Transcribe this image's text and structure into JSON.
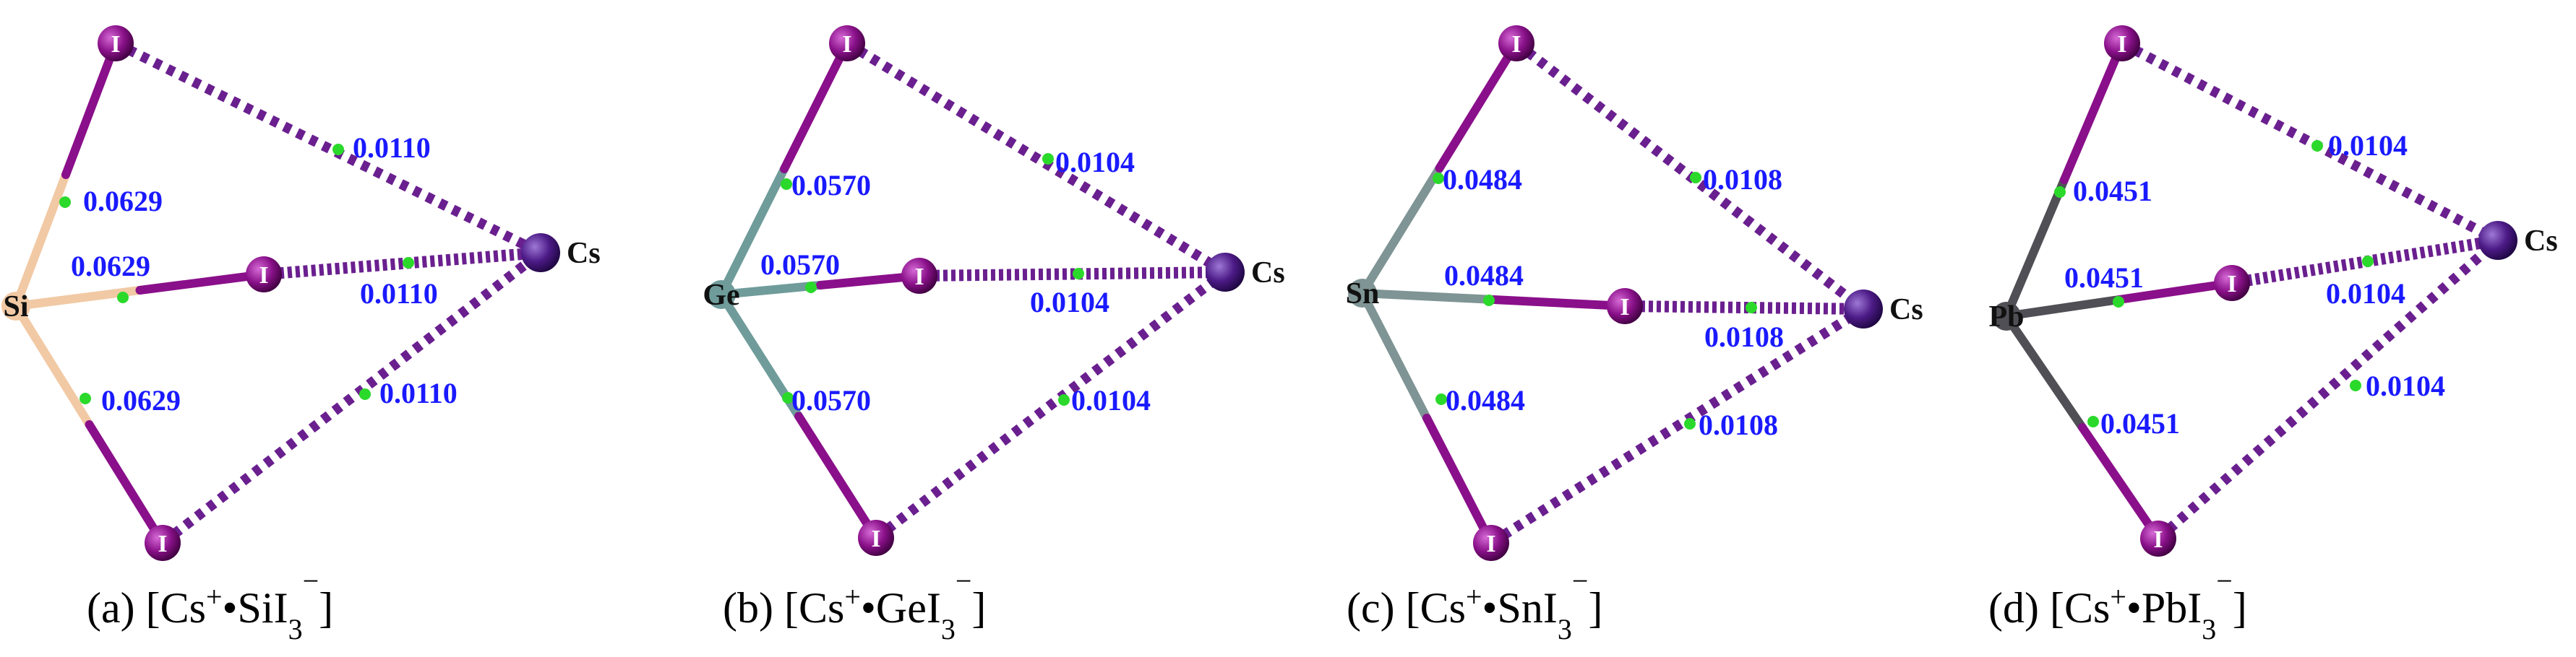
{
  "figure": {
    "panels": [
      {
        "id": "a",
        "caption_prefix": "(a) [Cs",
        "caption_sup": "+",
        "caption_dot": "•",
        "caption_center": "Si",
        "caption_I": "I",
        "caption_sub": "3",
        "caption_sup2": "−",
        "caption_close": "]",
        "center_atom": "Si",
        "cs_atom": "Cs",
        "i_atom": "I",
        "center_color": "#f1c9a4",
        "center_bond_color": "#f1c9a4",
        "center_I_bonds": [
          "0.0629",
          "0.0629",
          "0.0629"
        ],
        "cs_I_bonds": [
          "0.0110",
          "0.0110",
          "0.0110"
        ]
      },
      {
        "id": "b",
        "caption_prefix": "(b) [Cs",
        "caption_sup": "+",
        "caption_dot": "•",
        "caption_center": "Ge",
        "caption_I": "I",
        "caption_sub": "3",
        "caption_sup2": "−",
        "caption_close": "]",
        "center_atom": "Ge",
        "cs_atom": "Cs",
        "i_atom": "I",
        "center_color": "#6f9c9a",
        "center_bond_color": "#6f9c9a",
        "center_I_bonds": [
          "0.0570",
          "0.0570",
          "0.0570"
        ],
        "cs_I_bonds": [
          "0.0104",
          "0.0104",
          "0.0104"
        ]
      },
      {
        "id": "c",
        "caption_prefix": "(c) [Cs",
        "caption_sup": "+",
        "caption_dot": "•",
        "caption_center": "Sn",
        "caption_I": "I",
        "caption_sub": "3",
        "caption_sup2": "−",
        "caption_close": "]",
        "center_atom": "Sn",
        "cs_atom": "Cs",
        "i_atom": "I",
        "center_color": "#7f9494",
        "center_bond_color": "#7f9494",
        "center_I_bonds": [
          "0.0484",
          "0.0484",
          "0.0484"
        ],
        "cs_I_bonds": [
          "0.0108",
          "0.0108",
          "0.0108"
        ]
      },
      {
        "id": "d",
        "caption_prefix": "(d) [Cs",
        "caption_sup": "+",
        "caption_dot": "•",
        "caption_center": "Pb",
        "caption_I": "I",
        "caption_sub": "3",
        "caption_sup2": "−",
        "caption_close": "]",
        "center_atom": "Pb",
        "cs_atom": "Cs",
        "i_atom": "I",
        "center_color": "#4f4f55",
        "center_bond_color": "#4f4f55",
        "center_I_bonds": [
          "0.0451",
          "0.0451",
          "0.0451"
        ],
        "cs_I_bonds": [
          "0.0104",
          "0.0104",
          "0.0104"
        ]
      }
    ],
    "colors": {
      "iodine_bond": "#8a0f8a",
      "iodine_atom": "#7a0b7a",
      "cesium_atom": "#4c1a86",
      "noncovalent_bond": "#6a1f8f",
      "bcp": "#2bd92b",
      "value_text": "#1a1aff"
    }
  }
}
